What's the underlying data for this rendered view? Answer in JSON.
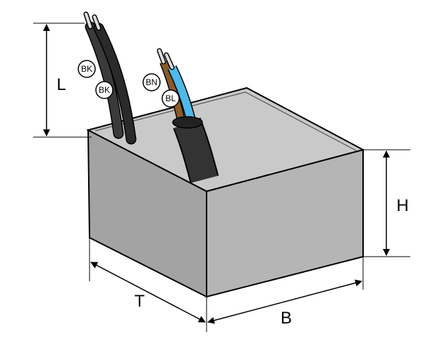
{
  "dimensions": {
    "length": "L",
    "height": "H",
    "depth": "T",
    "width": "B"
  },
  "wires": [
    {
      "label": "BK",
      "color": "#2b2b2b"
    },
    {
      "label": "BK",
      "color": "#2b2b2b"
    },
    {
      "label": "BN",
      "color": "#8a5a2b"
    },
    {
      "label": "BL",
      "color": "#4fb8e8"
    }
  ],
  "colors": {
    "top": "#c9c9c9",
    "left": "#a3a3a3",
    "right": "#b5b5b5",
    "cable": "#2e2e2e"
  }
}
